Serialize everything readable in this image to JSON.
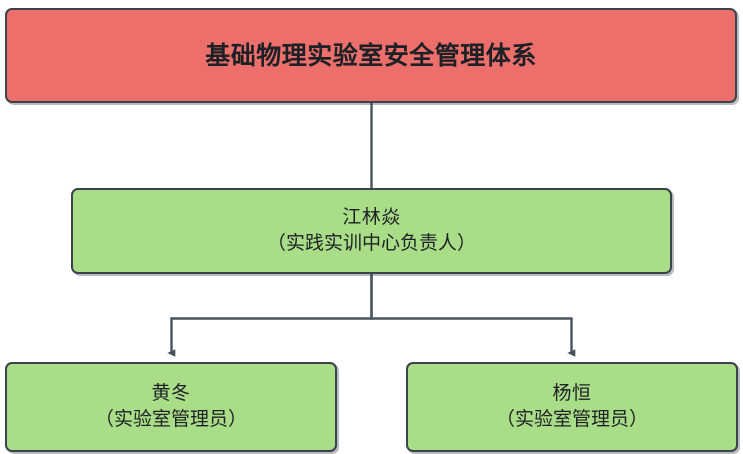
{
  "diagram": {
    "type": "org-chart",
    "colors": {
      "root_fill": "#ec6f6b",
      "node_fill": "#aadd87",
      "border": "#3a434e",
      "connector": "#4a535d",
      "background": "#ffffff",
      "text": "#1d2126"
    },
    "root": {
      "title": "基础物理实验室安全管理体系"
    },
    "branch": {
      "title": "江林焱",
      "subtitle": "（实践实训中心负责人）"
    },
    "leaves": [
      {
        "title": "黄冬",
        "subtitle": "（实验室管理员）"
      },
      {
        "title": "杨恒",
        "subtitle": "（实验室管理员）"
      }
    ]
  }
}
